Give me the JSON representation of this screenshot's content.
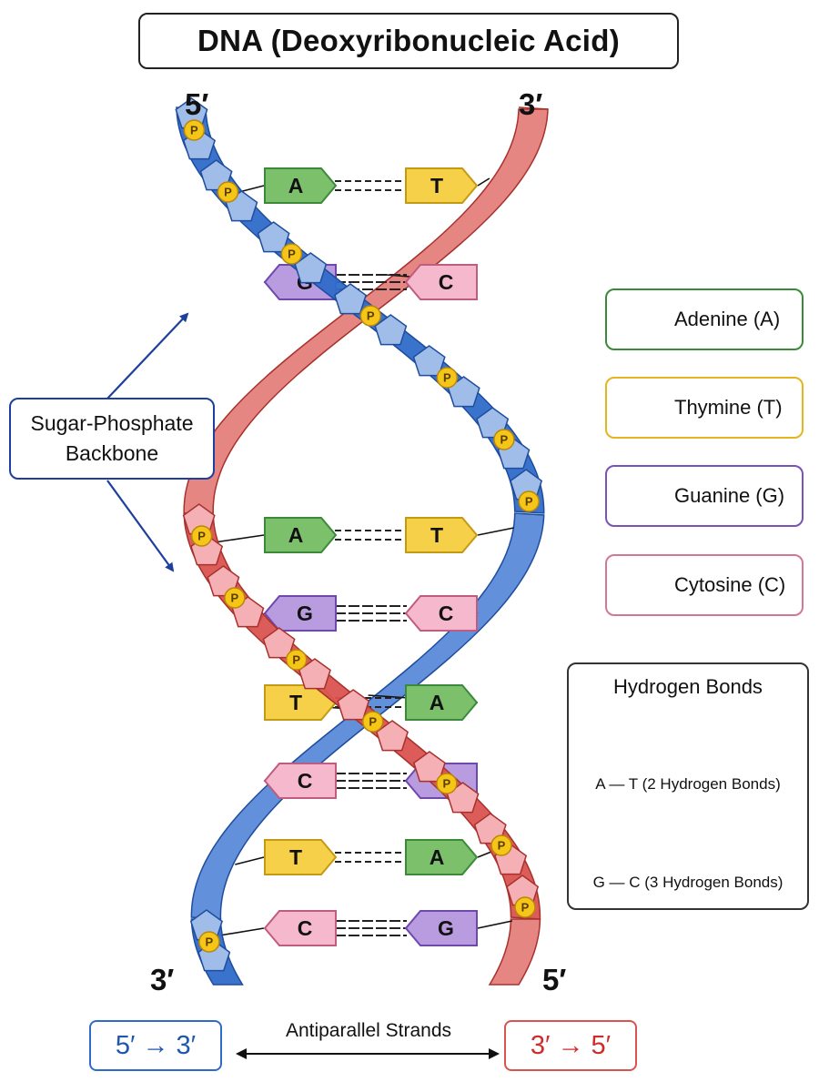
{
  "title": "DNA (Deoxyribonucleic Acid)",
  "ends": {
    "top_left": "5′",
    "top_right": "3′",
    "bottom_left": "3′",
    "bottom_right": "5′"
  },
  "backbone_label": {
    "line1": "Sugar-Phosphate",
    "line2": "Backbone"
  },
  "phosphate_letter": "P",
  "legend": [
    {
      "letter": "A",
      "label": "Adenine (A)",
      "shape": "right",
      "fill": "#7cc06c",
      "stroke": "#3a8a3a"
    },
    {
      "letter": "T",
      "label": "Thymine (T)",
      "shape": "right",
      "fill": "#f7d04a",
      "stroke": "#c49a12"
    },
    {
      "letter": "G",
      "label": "Guanine (G)",
      "shape": "left",
      "fill": "#b99be0",
      "stroke": "#6e48ad"
    },
    {
      "letter": "C",
      "label": "Cytosine (C)",
      "shape": "left",
      "fill": "#f6b8cc",
      "stroke": "#c05c7e"
    }
  ],
  "base_pairs": [
    {
      "left": "A",
      "right": "T",
      "bonds": 2
    },
    {
      "left": "G",
      "right": "C",
      "bonds": 3
    },
    {
      "left": "A",
      "right": "T",
      "bonds": 2
    },
    {
      "left": "G",
      "right": "C",
      "bonds": 3
    },
    {
      "left": "T",
      "right": "A",
      "bonds": 2
    },
    {
      "left": "C",
      "right": "G",
      "bonds": 3
    },
    {
      "left": "T",
      "right": "A",
      "bonds": 2
    },
    {
      "left": "C",
      "right": "G",
      "bonds": 3
    }
  ],
  "hydrogen_bonds": {
    "title": "Hydrogen Bonds",
    "at_caption": "A — T (2 Hydrogen Bonds)",
    "gc_caption": "G — C (3 Hydrogen Bonds)"
  },
  "directions": {
    "left": "5′ → 3′",
    "center": "Antiparallel Strands",
    "right": "3′ → 5′"
  },
  "colors": {
    "blue_strand": "#2f6bc9",
    "red_strand": "#d9534f",
    "phosphate": "#f5c518",
    "arrow": "#1d3f9e"
  }
}
